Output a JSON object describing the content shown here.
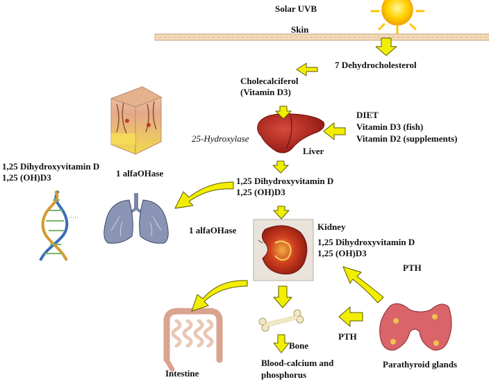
{
  "labels": {
    "solar_uvb": "Solar UVB",
    "skin": "Skin",
    "dehydrocholesterol": "7 Dehydrocholesterol",
    "cholecalciferol": "Cholecalciferol",
    "vitamin_d3": "(Vitamin D3)",
    "hydroxylase": "25-Hydroxylase",
    "liver": "Liver",
    "diet": "DIET",
    "diet_d3": "Vitamin D3 (fish)",
    "diet_d2": "Vitamin D2 (supplements)",
    "left_dihydroxy_1": "1,25 Dihydroxyvitamin D",
    "left_dihydroxy_2": "1,25 (OH)D3",
    "alfaohase_top": "1 alfaOHase",
    "mid_dihydroxy_1": "1,25 Dihydroxyvitamin D",
    "mid_dihydroxy_2": "1,25 (OH)D3",
    "alfaohase_mid": "1 alfaOHase",
    "kidney": "Kidney",
    "kidney_dihydroxy_1": "1,25 Dihydroxyvitamin D",
    "kidney_dihydroxy_2": "1,25 (OH)D3",
    "pth_upper": "PTH",
    "pth_lower": "PTH",
    "bone": "Bone",
    "blood_1": "Blood-calcium and",
    "blood_2": "phosphorus",
    "intestine": "Intestine",
    "parathyroid": "Parathyroid glands"
  },
  "colors": {
    "arrow_fill": "#f2ee00",
    "arrow_stroke": "#5a5a00",
    "sun": "#ffcc00",
    "skin_band": "#f2d9b8",
    "liver": "#b3261e",
    "kidney": "#c0281c",
    "lungs": "#8a94b4",
    "intestine": "#e9c7b4",
    "thyroid": "#d9646a",
    "bone": "#f1e8c6"
  },
  "icons": [
    "sun-icon",
    "skin-cross-section-icon",
    "liver-icon",
    "dna-icon",
    "lungs-icon",
    "kidney-icon",
    "intestine-icon",
    "bone-icon",
    "parathyroid-icon"
  ]
}
